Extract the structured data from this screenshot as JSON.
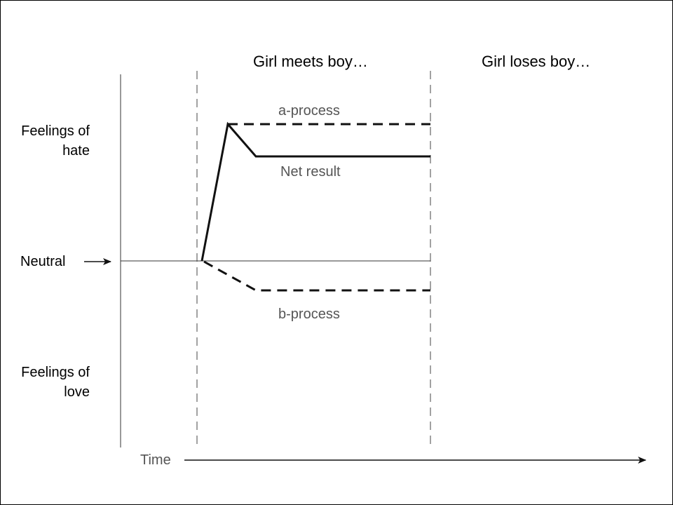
{
  "phases": {
    "meets": "Girl meets boy…",
    "loses": "Girl loses boy…"
  },
  "y_labels": {
    "hate_line1": "Feelings of",
    "hate_line2": "hate",
    "neutral": "Neutral",
    "love_line1": "Feelings of",
    "love_line2": "love"
  },
  "curve_labels": {
    "a_process": "a-process",
    "net_result": "Net result",
    "b_process": "b-process"
  },
  "x_label": "Time"
}
